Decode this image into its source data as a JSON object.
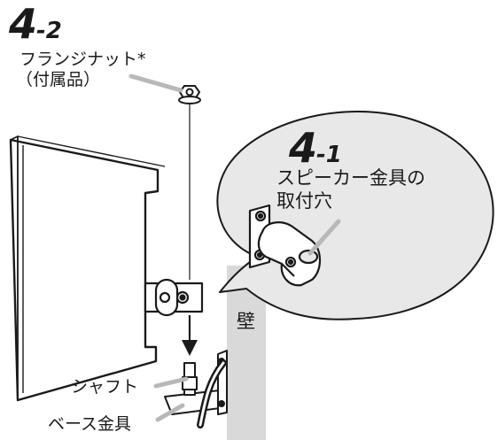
{
  "step_42": {
    "major": "4",
    "minor": "-2"
  },
  "step_41": {
    "major": "4",
    "minor": "-1"
  },
  "flange_nut": {
    "line1": "フランジナット*",
    "line2": "（付属品）"
  },
  "bracket_hole": {
    "line1": "スピーカー金具の",
    "line2": "取付穴"
  },
  "wall_label": "壁",
  "shaft_label": "シャフト",
  "base_label": "ベース金具",
  "colors": {
    "line": "#1a1a1a",
    "wall": "#d9d9d9",
    "bubble": "#e8e8e8",
    "leader": "#b8b8b8"
  }
}
